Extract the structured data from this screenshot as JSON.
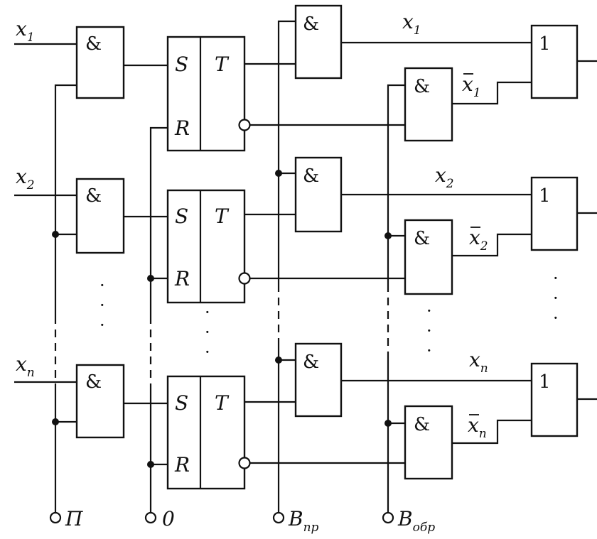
{
  "diagram": {
    "inputs": [
      {
        "name": "x",
        "sub": "1"
      },
      {
        "name": "x",
        "sub": "2"
      },
      {
        "name": "x",
        "sub": "n"
      }
    ],
    "outputs_true": [
      {
        "name": "x",
        "sub": "1"
      },
      {
        "name": "x",
        "sub": "2"
      },
      {
        "name": "x",
        "sub": "n"
      }
    ],
    "outputs_inverted": [
      {
        "name": "x",
        "sub": "1"
      },
      {
        "name": "x",
        "sub": "2"
      },
      {
        "name": "x",
        "sub": "n"
      }
    ],
    "gate_and_symbol": "&",
    "gate_or_symbol": "1",
    "flipflop": {
      "s": "S",
      "r": "R",
      "t": "T"
    },
    "bus_labels": {
      "p": "П",
      "zero": "0",
      "v_pr": "B",
      "v_pr_sub": "пр",
      "v_obr": "B",
      "v_obr_sub": "обр"
    },
    "ellipsis": "·"
  }
}
